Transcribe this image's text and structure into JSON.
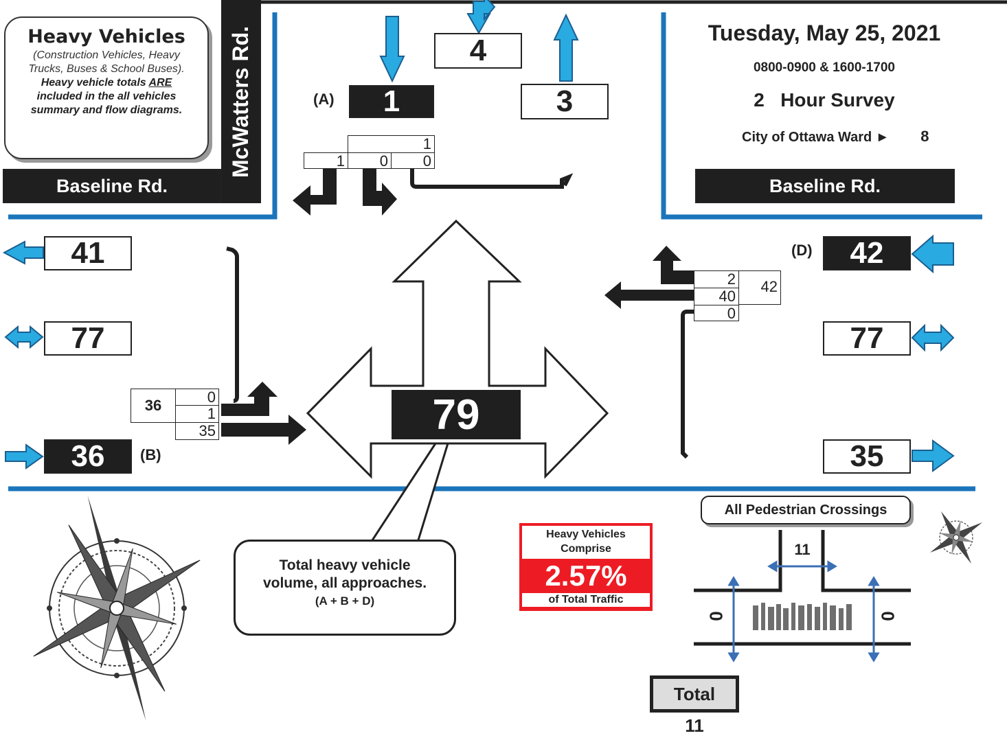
{
  "legend": {
    "title": "Heavy Vehicles",
    "subtitle": "(Construction Vehicles, Heavy Trucks, Buses & School Buses).",
    "note_part1": "Heavy vehicle totals ",
    "note_emph": "ARE",
    "note_part2": " included in the all vehicles summary and flow diagrams."
  },
  "streets": {
    "ns_street": "McWatters Rd.",
    "ew_street_left": "Baseline Rd.",
    "ew_street_right": "Baseline Rd."
  },
  "survey": {
    "date": "Tuesday, May 25, 2021",
    "periods": "0800-0900 & 1600-1700",
    "hours": "2",
    "hours_label": "Hour Survey",
    "ward_label": "City of Ottawa Ward ►",
    "ward": "8"
  },
  "north": {
    "approach_label": "(A)",
    "approach_total": "1",
    "two_way_total": "4",
    "departing_total": "3",
    "turns_total": "1",
    "right": "1",
    "through": "0",
    "left": "0"
  },
  "west": {
    "departing_total": "41",
    "two_way_total": "77",
    "approach_total": "36",
    "approach_label": "(B)",
    "turns_total": "36",
    "left": "0",
    "through": "1",
    "right": "35"
  },
  "east": {
    "approach_label": "(D)",
    "approach_total": "42",
    "two_way_total": "77",
    "departing_total": "35",
    "turns_total": "42",
    "right": "2",
    "through": "40",
    "left": "0"
  },
  "center": {
    "total": "79",
    "callout_line1": "Total heavy vehicle",
    "callout_line2": "volume, all approaches.",
    "callout_line3": "(A + B + D)"
  },
  "percentage": {
    "line1": "Heavy Vehicles",
    "line2": "Comprise",
    "value": "2.57%",
    "line3": "of Total Traffic"
  },
  "pedestrians": {
    "title": "All Pedestrian Crossings",
    "north_crossing": "11",
    "west_crossing": "0",
    "east_crossing": "0",
    "total_label": "Total",
    "total": "11"
  },
  "colors": {
    "accent_blue": "#1b75bb",
    "arrow_blue": "#29aae1",
    "dark": "#1f1f1f",
    "red": "#ed1c24"
  }
}
